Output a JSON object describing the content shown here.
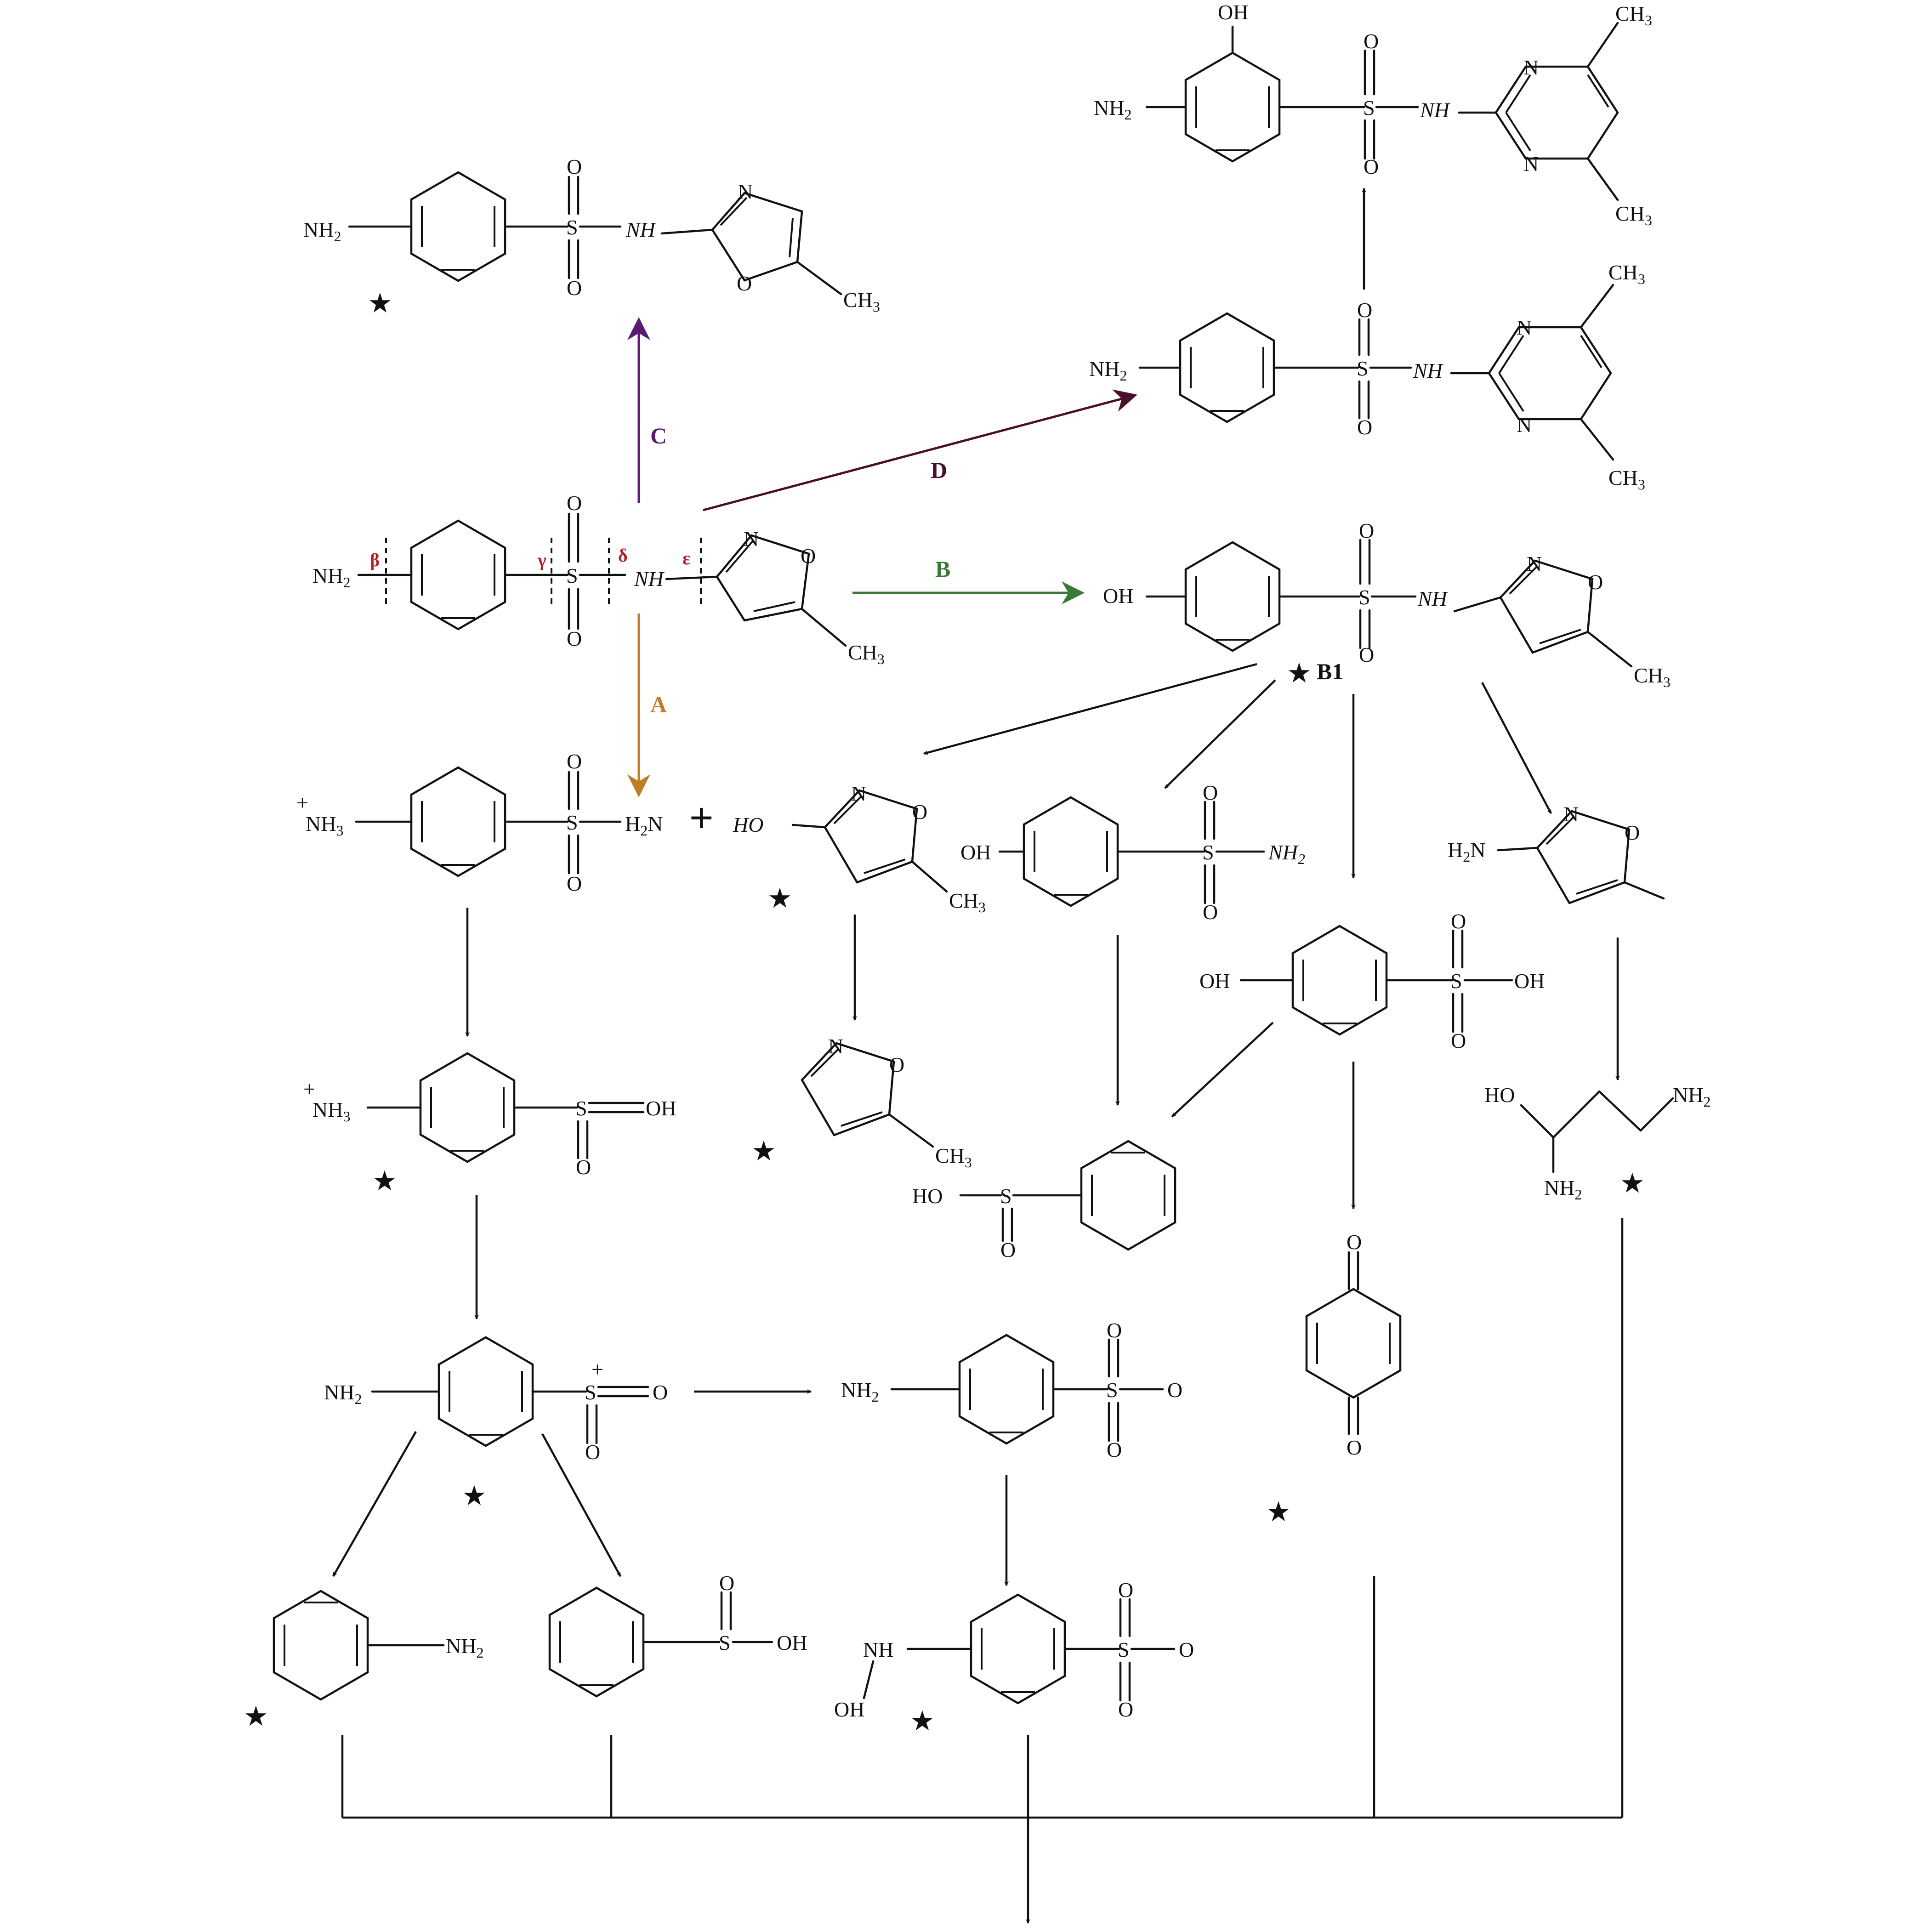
{
  "pathway_labels": {
    "A": "A",
    "B": "B",
    "C": "C",
    "D": "D"
  },
  "cleavage_sites": {
    "beta": "β",
    "gamma": "γ",
    "delta": "δ",
    "epsilon": "ε"
  },
  "intermediate_label": "B1",
  "star": "★",
  "plus": "+",
  "colors": {
    "A": "#c07d26",
    "B": "#3a7a35",
    "C": "#5c1a72",
    "D": "#4a0f2c",
    "cut": "#b3202a",
    "ink": "#111111"
  },
  "atoms": {
    "OH": "OH",
    "HO": "HO",
    "NH2": "NH",
    "H2N": "H",
    "NH3": "NH",
    "NH": "NH",
    "N": "N",
    "O": "O",
    "S": "S",
    "CH3": "CH",
    "sub2": "2",
    "sub3": "3",
    "charge_plus": "+",
    "HN_branch": "NH"
  }
}
